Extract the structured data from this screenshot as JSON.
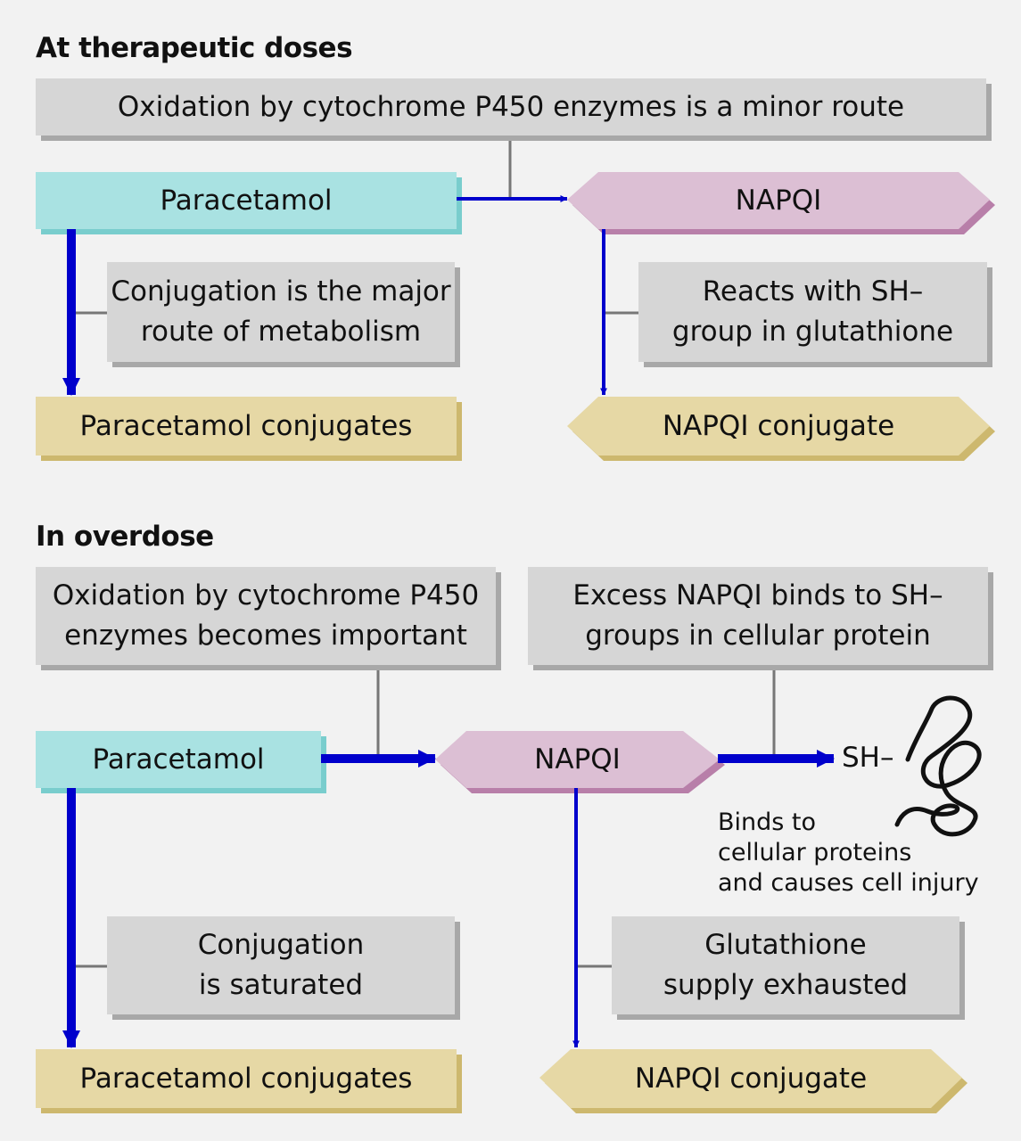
{
  "colors": {
    "note_fill": "#d6d6d6",
    "note_shadow": "#a8a8a8",
    "paracetamol_fill": "#a9e2e2",
    "paracetamol_shadow": "#79cdcd",
    "napqi_fill": "#dcbfd4",
    "napqi_shadow": "#b87fa9",
    "conjugate_fill": "#e6d8a5",
    "conjugate_shadow": "#cdb86e",
    "arrow": "#0000cc",
    "connector": "#777777"
  },
  "therapeutic": {
    "heading": "At therapeutic doses",
    "oxidation_note": [
      "Oxidation by cytochrome P450 enzymes is a minor route"
    ],
    "paracetamol": "Paracetamol",
    "napqi": "NAPQI",
    "conjugation_note": [
      "Conjugation is the major",
      "route of metabolism"
    ],
    "glutathione_note": [
      "Reacts with SH–",
      "group in glutathione"
    ],
    "paracetamol_conjugates": "Paracetamol conjugates",
    "napqi_conjugate": "NAPQI conjugate"
  },
  "overdose": {
    "heading": "In overdose",
    "oxidation_note": [
      "Oxidation by cytochrome P450",
      "enzymes becomes important"
    ],
    "excess_note": [
      "Excess NAPQI binds to SH–",
      "groups in cellular protein"
    ],
    "paracetamol": "Paracetamol",
    "napqi": "NAPQI",
    "sh_label": "SH–",
    "protein_caption": [
      "Binds to",
      "cellular proteins",
      "and causes cell injury"
    ],
    "conjugation_note": [
      "Conjugation",
      "is saturated"
    ],
    "glutathione_note": [
      "Glutathione",
      "supply exhausted"
    ],
    "paracetamol_conjugates": "Paracetamol conjugates",
    "napqi_conjugate": "NAPQI conjugate"
  }
}
